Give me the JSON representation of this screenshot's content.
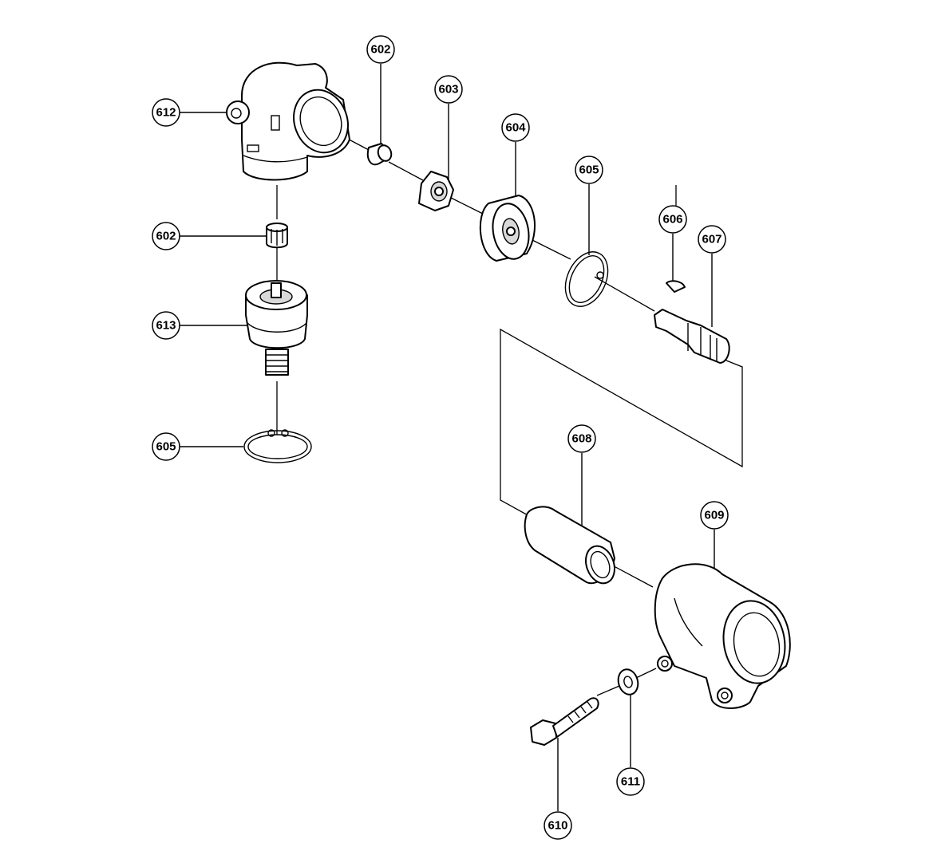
{
  "callouts": [
    {
      "id": "c612",
      "label": "612"
    },
    {
      "id": "c602a",
      "label": "602"
    },
    {
      "id": "c603",
      "label": "603"
    },
    {
      "id": "c604",
      "label": "604"
    },
    {
      "id": "c605a",
      "label": "605"
    },
    {
      "id": "c606",
      "label": "606"
    },
    {
      "id": "c607",
      "label": "607"
    },
    {
      "id": "c602b",
      "label": "602"
    },
    {
      "id": "c613",
      "label": "613"
    },
    {
      "id": "c605b",
      "label": "605"
    },
    {
      "id": "c608",
      "label": "608"
    },
    {
      "id": "c609",
      "label": "609"
    },
    {
      "id": "c611",
      "label": "611"
    },
    {
      "id": "c610",
      "label": "610"
    }
  ]
}
